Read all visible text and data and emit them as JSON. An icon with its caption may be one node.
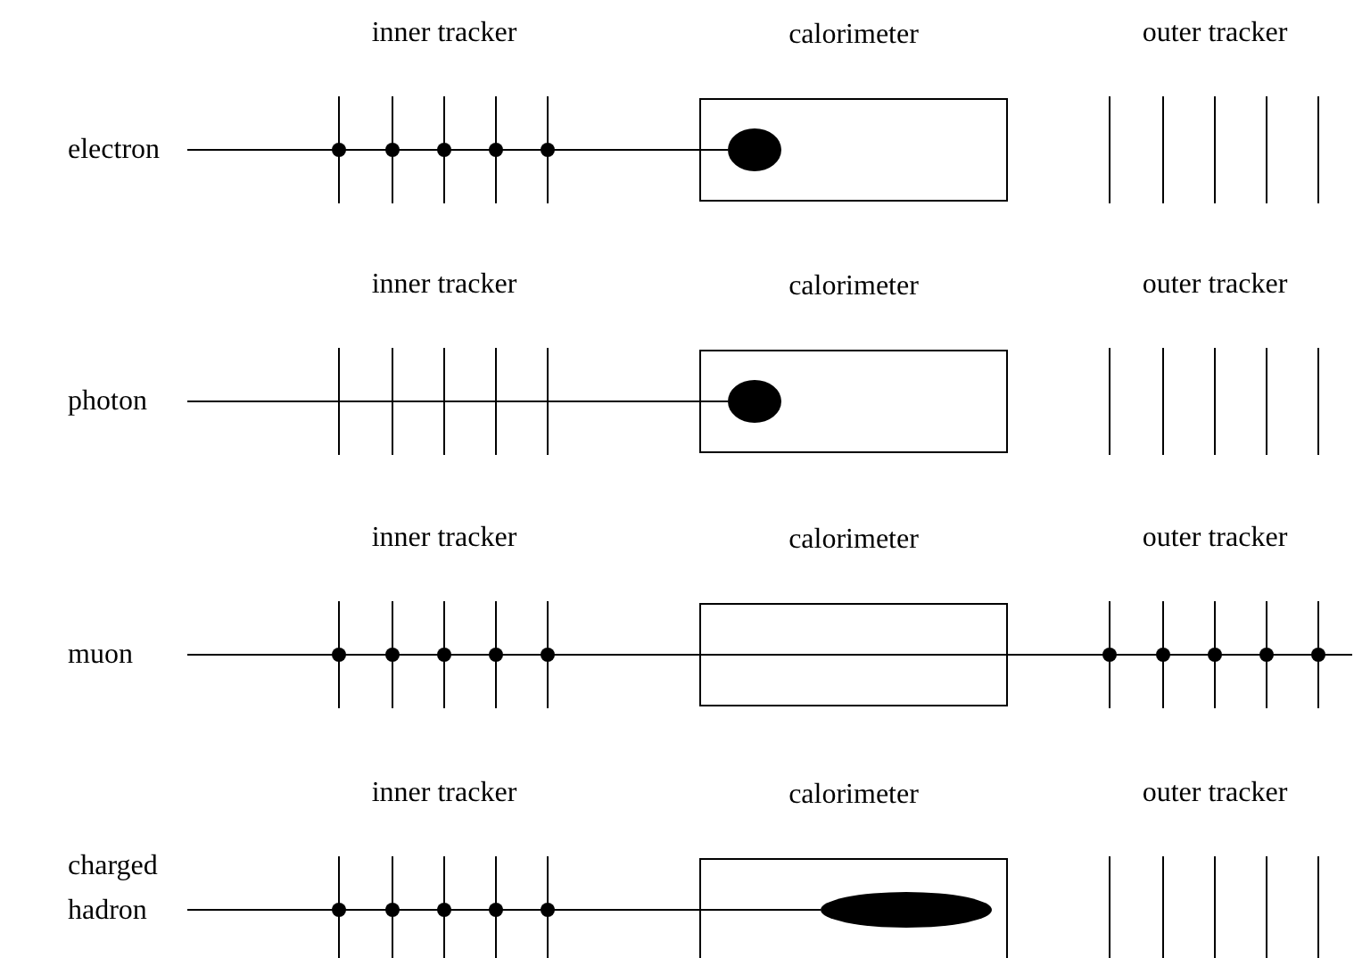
{
  "diagram": {
    "nodes": [
      {
        "text": [
          "electron"
        ]
      },
      {
        "text": [
          "calorimeter"
        ]
      },
      {
        "text": [],
        "shape": "ellipse",
        "in": 1
      },
      {
        "text": [
          "photon"
        ]
      },
      {
        "text": [
          "calorimeter"
        ]
      },
      {
        "text": [],
        "shape": "ellipse",
        "in": 4
      },
      {
        "text": [
          "muon"
        ]
      },
      {
        "text": [
          "calorimeter"
        ]
      },
      {
        "text": [
          "charged hadron"
        ]
      },
      {
        "text": [
          "calorimeter"
        ]
      },
      {
        "text": [],
        "shape": "ellipse",
        "in": 9
      }
    ],
    "edges": [
      {
        "from": 0,
        "to": 2,
        "arrow": "none"
      },
      {
        "from": 3,
        "to": 5,
        "arrow": "none"
      },
      {
        "from": 6,
        "to": null,
        "arrow": "none"
      },
      {
        "from": 8,
        "to": 10,
        "arrow": "none"
      }
    ],
    "labels": [
      "inner tracker",
      "outer tracker",
      "inner tracker",
      "outer tracker",
      "inner tracker",
      "outer tracker",
      "inner tracker",
      "outer tracker"
    ]
  }
}
